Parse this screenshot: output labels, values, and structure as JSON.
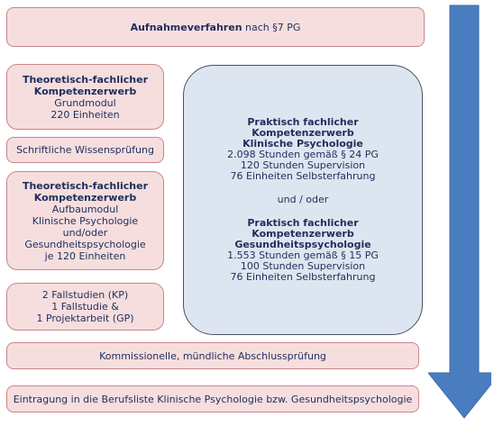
{
  "top": {
    "bold": "Aufnahmeverfahren",
    "rest": " nach §7 PG"
  },
  "theo1": {
    "title1": "Theoretisch-fachlicher",
    "title2": "Kompetenzerwerb",
    "lines": [
      "Grundmodul",
      "220 Einheiten"
    ]
  },
  "exam": {
    "label": "Schriftliche Wissensprüfung"
  },
  "theo2": {
    "title1": "Theoretisch-fachlicher",
    "title2": "Kompetenzerwerb",
    "lines": [
      "Aufbaumodul",
      "Klinische Psychologie",
      "und/oder",
      "Gesundheitspsychologie",
      "je 120 Einheiten"
    ]
  },
  "cases": {
    "lines": [
      "2 Fallstudien (KP)",
      "1 Fallstudie &",
      "1 Projektarbeit (GP)"
    ]
  },
  "practice": {
    "a_title": [
      "Praktisch fachlicher",
      "Kompetenzerwerb",
      "Klinische Psychologie"
    ],
    "a_lines": [
      "2.098 Stunden gemäß § 24 PG",
      "120 Stunden Supervision",
      "76 Einheiten Selbsterfahrung"
    ],
    "sep": "und / oder",
    "b_title": [
      "Praktisch fachlicher",
      "Kompetenzerwerb",
      "Gesundheitspsychologie"
    ],
    "b_lines": [
      "1.553 Stunden gemäß § 15 PG",
      "100 Stunden Supervision",
      "76 Einheiten Selbsterfahrung"
    ]
  },
  "final_exam": {
    "label": "Kommissionelle, mündliche Abschlussprüfung"
  },
  "registration": {
    "label": "Eintragung in die Berufsliste Klinische Psychologie bzw. Gesundheitspsychologie"
  },
  "colors": {
    "pink_fill": "#f6dede",
    "pink_border": "#c9868a",
    "blue_fill": "#dde6f0",
    "arrow": "#4a7dbf",
    "text": "#1f2d5c"
  }
}
